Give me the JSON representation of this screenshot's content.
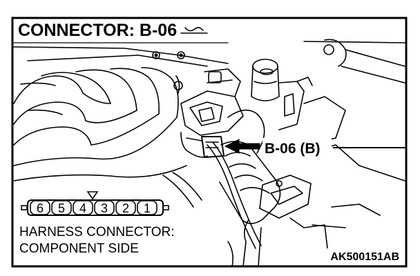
{
  "title": "CONNECTOR: B-06",
  "callout": "B-06 (B)",
  "connector_pins": [
    "6",
    "5",
    "4",
    "3",
    "2",
    "1"
  ],
  "caption": {
    "line1": "HARNESS CONNECTOR:",
    "line2": "COMPONENT SIDE"
  },
  "figure_code": "AK500151AB"
}
